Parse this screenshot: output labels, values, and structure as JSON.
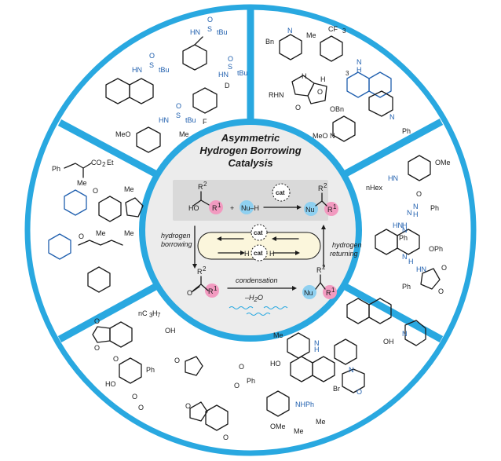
{
  "title": {
    "line1": "Asymmetric",
    "line2": "Hydrogen Borrowing",
    "line3": "Catalysis"
  },
  "colors": {
    "ring": "#29a8e0",
    "center_bg": "#ececec",
    "box_bg": "#d9d9d9",
    "pink": "#f29ac0",
    "blue_bubble": "#8fd0f0",
    "cycle_fill": "#fbf6dc",
    "wave": "#29a8e0",
    "structure_blue": "#1f5fae"
  },
  "scheme": {
    "reactant_r2": "R",
    "reactant_r2_sup": "2",
    "reactant_ho": "HO",
    "reactant_r1": "R",
    "reactant_r1_sup": "1",
    "plus": "+",
    "nucleophile": "Nu–H",
    "catalyst": "cat",
    "product_nu": "Nu",
    "product_r2": "R",
    "product_r2_sup": "2",
    "product_r1": "R",
    "product_r1_sup": "1",
    "borrowing_label_1": "hydrogen",
    "borrowing_label_2": "borrowing",
    "returning_label_1": "hydrogen",
    "returning_label_2": "returning",
    "h_left": "H",
    "h_right": "H",
    "condensation": "condensation",
    "water": "–H",
    "water_sub": "2",
    "water_o": "O",
    "carbonyl_o": "O",
    "imine_nu": "Nu"
  },
  "segments": {
    "top_left": {
      "labels": [
        "HN",
        "S",
        "O",
        "tBu",
        "HN",
        "S",
        "O",
        "tBu",
        "HN",
        "S",
        "O",
        "tBu",
        "D",
        "F",
        "MeO",
        "HN",
        "S",
        "O",
        "tBu",
        "Me"
      ]
    },
    "top_right": {
      "labels": [
        "Bn",
        "N",
        "Me",
        "CF",
        "3",
        "N",
        "H",
        "3",
        "RHN",
        "H",
        "O",
        "H",
        "O",
        "OBn",
        "MeO",
        "N",
        "N",
        "Ph"
      ]
    },
    "right_upper": {
      "labels": [
        "OMe",
        "HN",
        "nHex",
        "Ph",
        "O",
        "N",
        "N",
        "H",
        "HN",
        "Ph",
        "H",
        "N",
        "N",
        "H",
        "OPh",
        "HN",
        "O",
        "O",
        "Ph"
      ]
    },
    "right_lower": {
      "labels": [
        "OH",
        "N",
        "Me",
        "N",
        "H",
        "HO",
        "N",
        "O",
        "Br",
        "NHPh",
        "OMe",
        "Me",
        "Me"
      ]
    },
    "bottom": {
      "labels": [
        "O",
        "O",
        "nC",
        "3",
        "H",
        "7",
        "OH",
        "O",
        "Ph",
        "HO",
        "O",
        "O",
        "O",
        "O",
        "Ph",
        "O",
        "O",
        "O"
      ]
    },
    "left": {
      "labels": [
        "Ph",
        "CO",
        "2",
        "Et",
        "Me",
        "O",
        "Me",
        "O",
        "Me",
        "Me"
      ]
    }
  }
}
